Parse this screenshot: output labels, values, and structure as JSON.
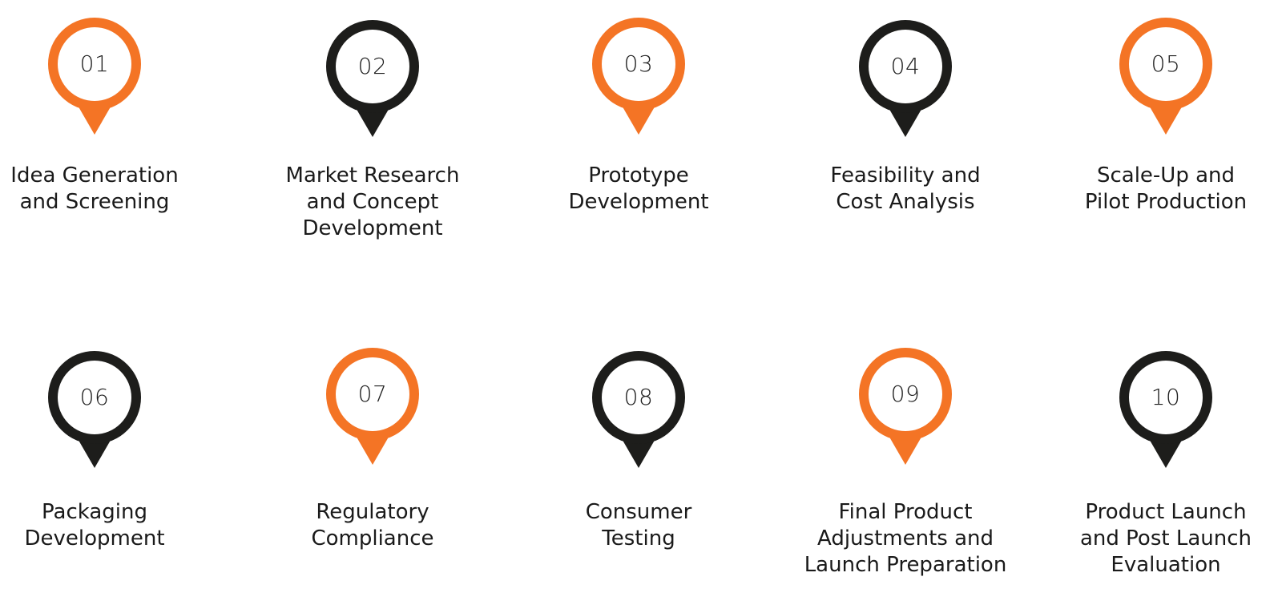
{
  "colors": {
    "orange": "#f47425",
    "dark": "#1d1d1b",
    "inner": "#ffffff",
    "text": "#1a1a1a"
  },
  "steps": [
    {
      "number": "01",
      "label": "Idea Generation\nand Screening",
      "color": "orange"
    },
    {
      "number": "02",
      "label": "Market Research\nand Concept\nDevelopment",
      "color": "dark"
    },
    {
      "number": "03",
      "label": "Prototype\nDevelopment",
      "color": "orange"
    },
    {
      "number": "04",
      "label": "Feasibility and\nCost Analysis",
      "color": "dark"
    },
    {
      "number": "05",
      "label": "Scale-Up and\nPilot Production",
      "color": "orange"
    },
    {
      "number": "06",
      "label": "Packaging\nDevelopment",
      "color": "dark"
    },
    {
      "number": "07",
      "label": "Regulatory\nCompliance",
      "color": "orange"
    },
    {
      "number": "08",
      "label": "Consumer\nTesting",
      "color": "dark"
    },
    {
      "number": "09",
      "label": "Final Product\nAdjustments and\nLaunch Preparation",
      "color": "orange"
    },
    {
      "number": "10",
      "label": "Product Launch\nand Post Launch\nEvaluation",
      "color": "dark"
    }
  ]
}
